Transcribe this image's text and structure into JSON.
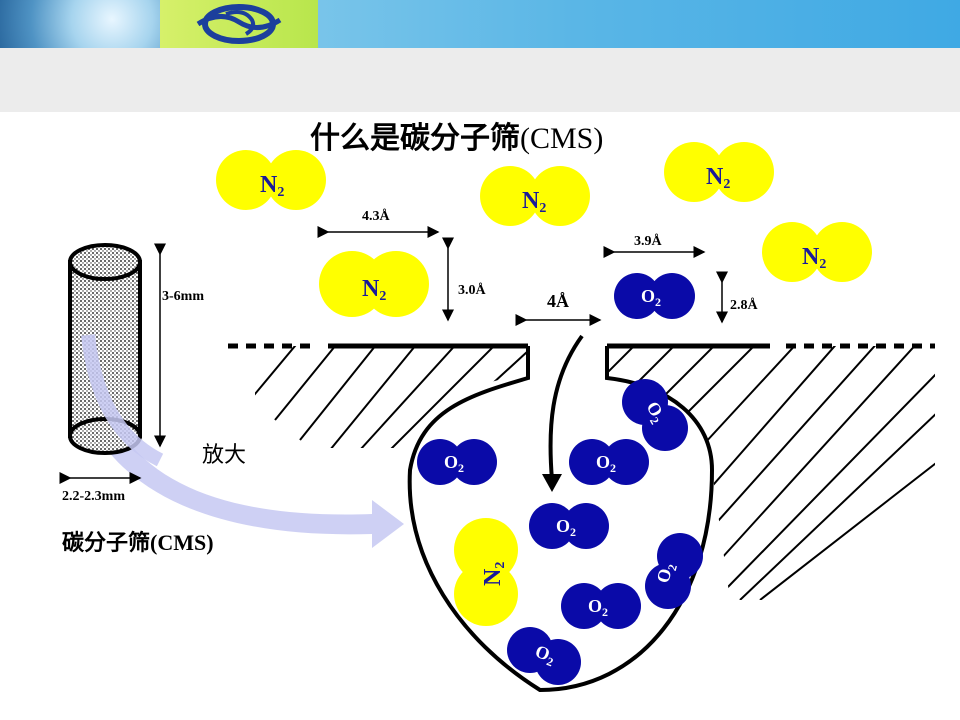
{
  "slide": {
    "title_cjk": "什么是碳分子筛",
    "title_latin": "(CMS)",
    "caption_cjk": "碳分子筛",
    "caption_latin": "(CMS)",
    "magnify_label": "放大"
  },
  "labels": {
    "n2_width": "4.3Å",
    "n2_height": "3.0Å",
    "o2_width": "3.9Å",
    "o2_height": "2.8Å",
    "pore_width": "4Å",
    "pellet_height": "3-6mm",
    "pellet_diameter": "2.2-2.3mm"
  },
  "molecule_text": {
    "n2_letter": "N",
    "o2_letter": "O",
    "subscript": "2"
  },
  "colors": {
    "n2_fill": "#ffff00",
    "n2_text": "#1a1a99",
    "o2_fill": "#0a0aa8",
    "o2_text": "#ffffff",
    "arrow_fill": "#c6c8f2"
  },
  "icons": {
    "header_logo": "fz-logo-icon"
  }
}
